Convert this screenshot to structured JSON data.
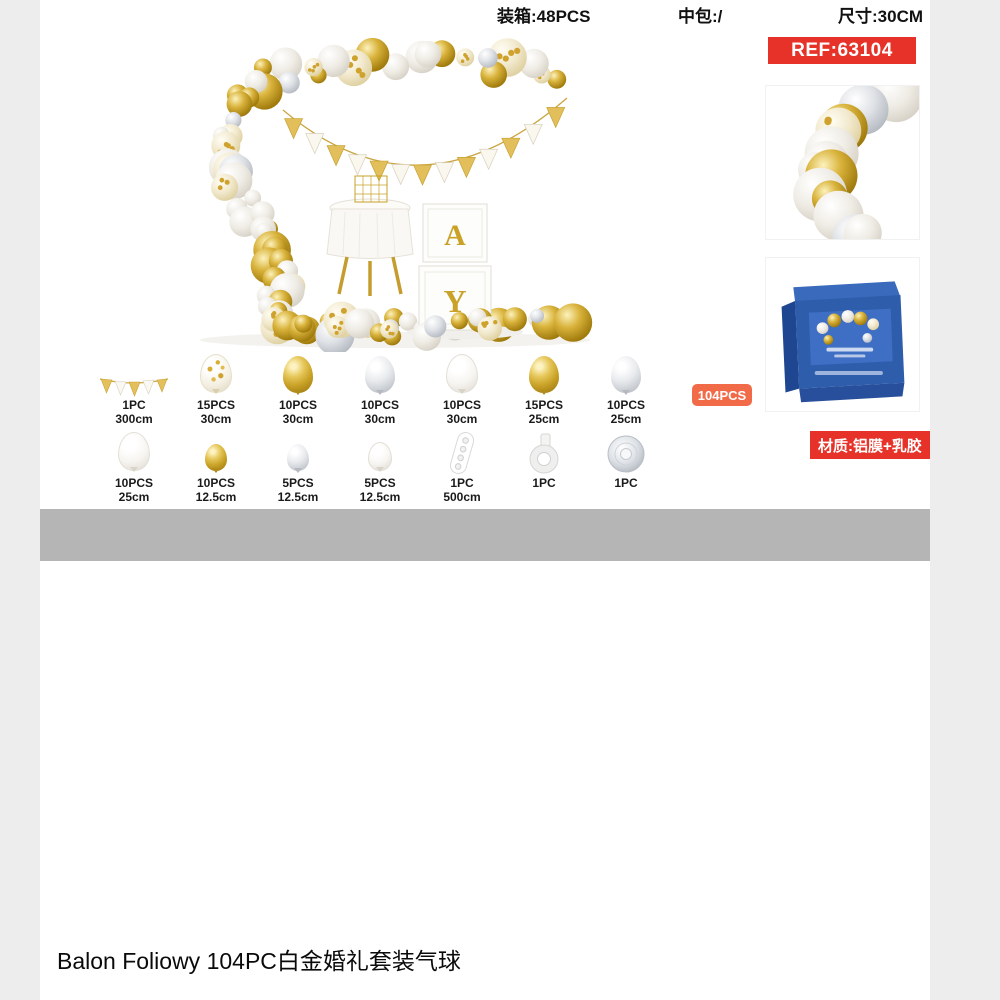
{
  "header": {
    "packing": "装箱:48PCS",
    "middle_pack": "中包:/",
    "size": "尺寸:30CM"
  },
  "ref_badge": "REF:63104",
  "qty_badge": "104PCS",
  "material_badge": "材质:铝膜+乳胶",
  "product_title": "Balon Foliowy 104PC白金婚礼套装气球",
  "photo": {
    "box_letters": [
      "A",
      "Y"
    ]
  },
  "colors": {
    "badge_red": "#e63228",
    "qty_badge_orange": "#f26b49",
    "gold": "#c9a227",
    "silver": "#c3c7cd",
    "package_blue": "#2e5dab",
    "divider_gray": "#b5b5b5",
    "page_gray": "#ededed"
  },
  "parts": {
    "items": [
      {
        "qty": "1PC",
        "size": "300cm",
        "icon": "banner"
      },
      {
        "qty": "15PCS",
        "size": "30cm",
        "icon": "confetti"
      },
      {
        "qty": "10PCS",
        "size": "30cm",
        "icon": "gold"
      },
      {
        "qty": "10PCS",
        "size": "30cm",
        "icon": "silver"
      },
      {
        "qty": "10PCS",
        "size": "30cm",
        "icon": "white"
      },
      {
        "qty": "15PCS",
        "size": "25cm",
        "icon": "gold"
      },
      {
        "qty": "10PCS",
        "size": "25cm",
        "icon": "silver"
      },
      {
        "qty": "10PCS",
        "size": "25cm",
        "icon": "white"
      },
      {
        "qty": "10PCS",
        "size": "12.5cm",
        "icon": "gold-small"
      },
      {
        "qty": "5PCS",
        "size": "12.5cm",
        "icon": "silver-small"
      },
      {
        "qty": "5PCS",
        "size": "12.5cm",
        "icon": "white-small"
      },
      {
        "qty": "1PC",
        "size": "500cm",
        "icon": "strip"
      },
      {
        "qty": "1PC",
        "size": "",
        "icon": "glue"
      },
      {
        "qty": "1PC",
        "size": "",
        "icon": "ribbon"
      }
    ]
  }
}
